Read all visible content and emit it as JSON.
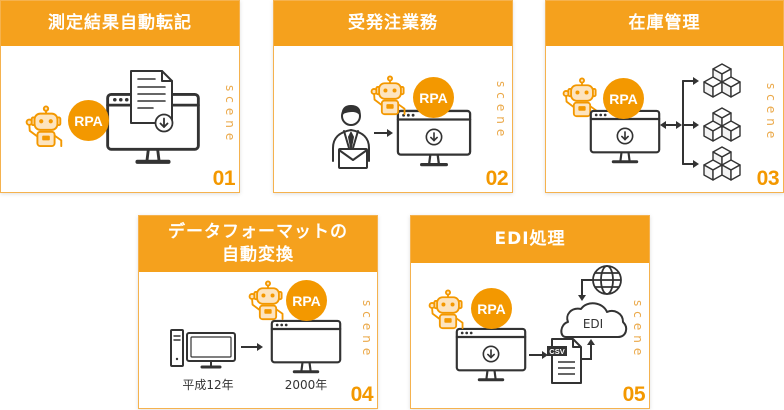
{
  "colors": {
    "accent": "#f39800",
    "header": "#f5a11d",
    "card_border": "#f5b24e",
    "ink": "#333333",
    "robot_fill": "#fde4bf",
    "scene_text": "#eba94a"
  },
  "scenes": [
    {
      "title_lines": [
        "測定結果自動転記"
      ],
      "badge": "RPA",
      "side_label": "scene",
      "number": "01",
      "icons": [
        "robot-icon",
        "monitor-icon",
        "document-icon",
        "download-icon"
      ]
    },
    {
      "title_lines": [
        "受発注業務"
      ],
      "badge": "RPA",
      "side_label": "scene",
      "number": "02",
      "icons": [
        "person-icon",
        "envelope-icon",
        "arrow-right-icon",
        "monitor-icon",
        "download-icon",
        "robot-icon"
      ]
    },
    {
      "title_lines": [
        "在庫管理"
      ],
      "badge": "RPA",
      "side_label": "scene",
      "number": "03",
      "icons": [
        "robot-icon",
        "monitor-icon",
        "download-icon",
        "double-arrow-icon",
        "boxes-icon"
      ]
    },
    {
      "title_lines": [
        "データフォーマットの",
        "自動変換"
      ],
      "badge": "RPA",
      "side_label": "scene",
      "number": "04",
      "before_label": "平成12年",
      "after_label": "2000年",
      "icons": [
        "desktop-pc-icon",
        "arrow-right-icon",
        "monitor-icon",
        "robot-icon"
      ]
    },
    {
      "title_lines": [
        "EDI処理"
      ],
      "badge": "RPA",
      "side_label": "scene",
      "number": "05",
      "cloud_label": "EDI",
      "file_label": "CSV",
      "icons": [
        "robot-icon",
        "monitor-icon",
        "download-icon",
        "arrow-right-icon",
        "csv-file-icon",
        "cloud-icon",
        "globe-icon"
      ]
    }
  ]
}
